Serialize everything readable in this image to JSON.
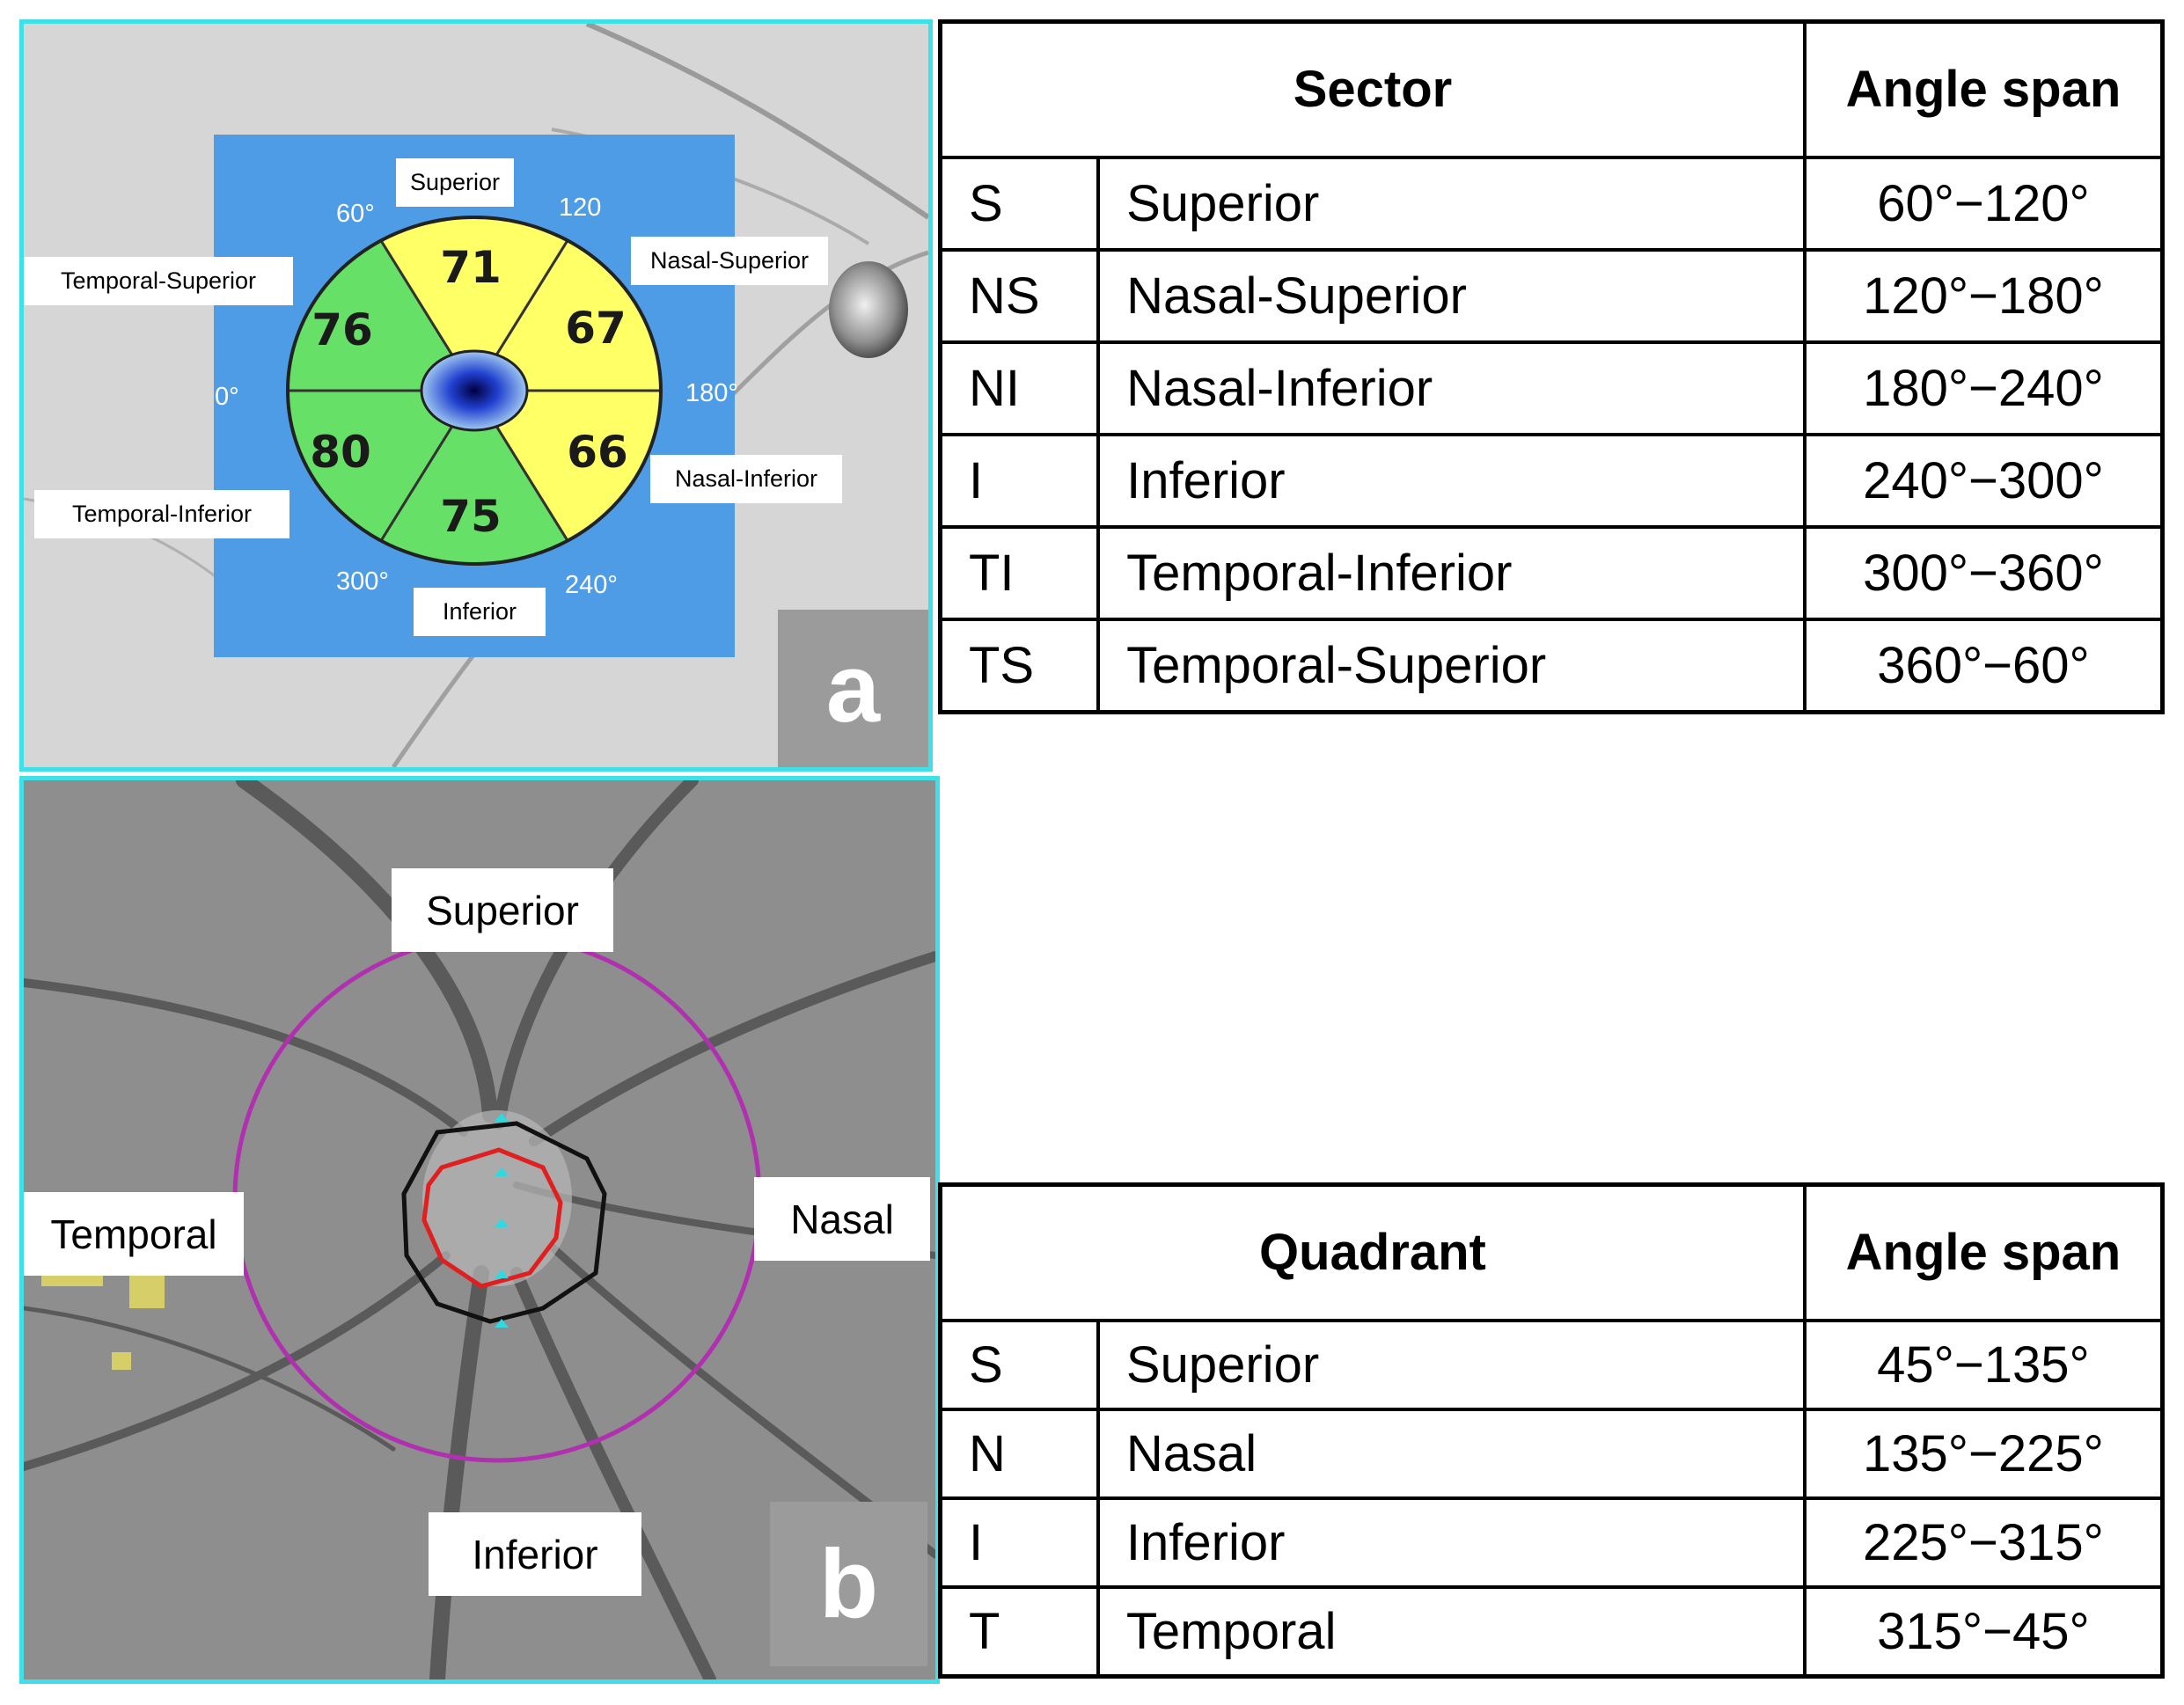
{
  "panel_a": {
    "tag": "a",
    "sector_labels": {
      "superior": "Superior",
      "nasal_superior": "Nasal-Superior",
      "temporal_superior": "Temporal-Superior",
      "temporal_inferior": "Temporal-Inferior",
      "nasal_inferior": "Nasal-Inferior",
      "inferior": "Inferior"
    },
    "angles": {
      "a60": "60°",
      "a120": "120",
      "a0": "0°",
      "a180": "180°",
      "a300": "300°",
      "a240": "240°"
    },
    "values": {
      "superior": "71",
      "nasal_superior": "67",
      "temporal_superior": "76",
      "temporal_inferior": "80",
      "nasal_inferior": "66",
      "inferior": "75"
    },
    "colors": {
      "normal": "#66e066",
      "borderline": "#ffff66",
      "map_bg": "#3c8ee0"
    }
  },
  "panel_b": {
    "tag": "b",
    "labels": {
      "superior": "Superior",
      "temporal": "Temporal",
      "nasal": "Nasal",
      "inferior": "Inferior"
    },
    "colors": {
      "outer_circle": "#b030b0",
      "disc_margin": "#111111",
      "cup_margin": "#e02020",
      "marker": "#30d8e0"
    }
  },
  "sector_table": {
    "header_left": "Sector",
    "header_right": "Angle span",
    "rows": [
      {
        "abbr": "S",
        "name": "Superior",
        "span": "60°−120°"
      },
      {
        "abbr": "NS",
        "name": "Nasal-Superior",
        "span": "120°−180°"
      },
      {
        "abbr": "NI",
        "name": "Nasal-Inferior",
        "span": "180°−240°"
      },
      {
        "abbr": "I",
        "name": "Inferior",
        "span": "240°−300°"
      },
      {
        "abbr": "TI",
        "name": "Temporal-Inferior",
        "span": "300°−360°"
      },
      {
        "abbr": "TS",
        "name": "Temporal-Superior",
        "span": "360°−60°"
      }
    ]
  },
  "quadrant_table": {
    "header_left": "Quadrant",
    "header_right": "Angle span",
    "rows": [
      {
        "abbr": "S",
        "name": "Superior",
        "span": "45°−135°"
      },
      {
        "abbr": "N",
        "name": "Nasal",
        "span": "135°−225°"
      },
      {
        "abbr": "I",
        "name": "Inferior",
        "span": "225°−315°"
      },
      {
        "abbr": "T",
        "name": "Temporal",
        "span": "315°−45°"
      }
    ]
  }
}
